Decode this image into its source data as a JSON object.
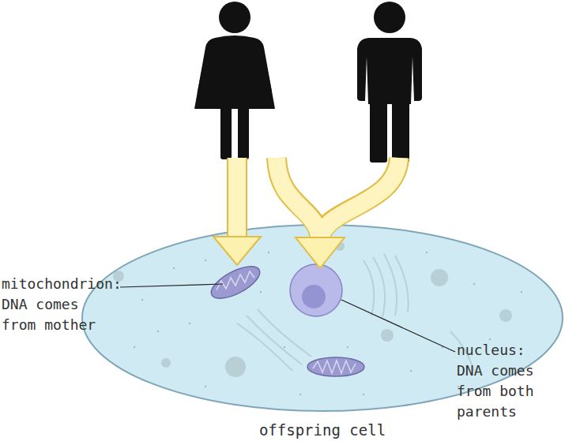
{
  "diagram": {
    "nodes": [
      {
        "text": [
          "offspring cell"
        ]
      }
    ],
    "labels": [
      "mitochondrion: DNA comes from mother",
      "nucleus: DNA comes from both parents"
    ]
  }
}
